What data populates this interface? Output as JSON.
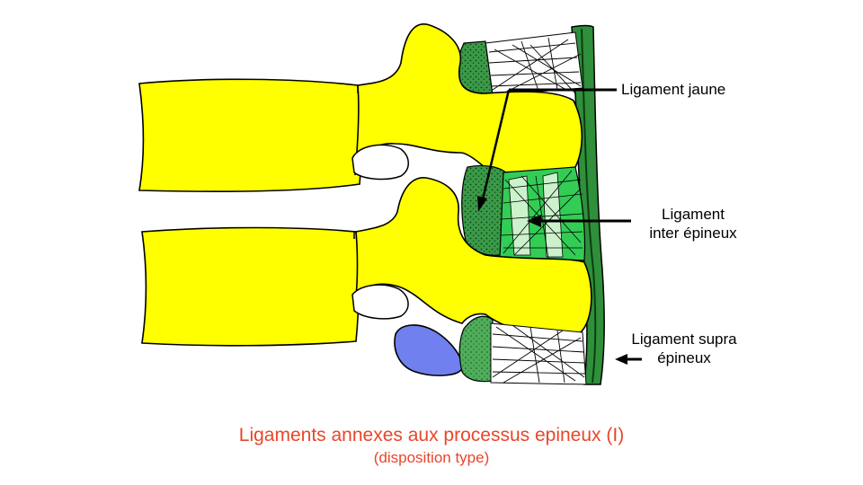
{
  "labels": {
    "ligament_jaune": "Ligament jaune",
    "ligament_inter_line1": "Ligament",
    "ligament_inter_line2": "inter épineux",
    "ligament_supra_line1": "Ligament supra",
    "ligament_supra_line2": "épineux"
  },
  "caption": {
    "title": "Ligaments annexes aux processus epineux (I)",
    "subtitle": "(disposition type)"
  },
  "colors": {
    "bone": "#ffff00",
    "bone_outline": "#000000",
    "ligament_jaune": "#3a9a48",
    "inter_epineux": "#33cc55",
    "inter_epineux_light": "#ccf2cc",
    "supra_epineux": "#2f8f3a",
    "disc_nucleus": "#7080ee",
    "caption": "#e8462a"
  }
}
